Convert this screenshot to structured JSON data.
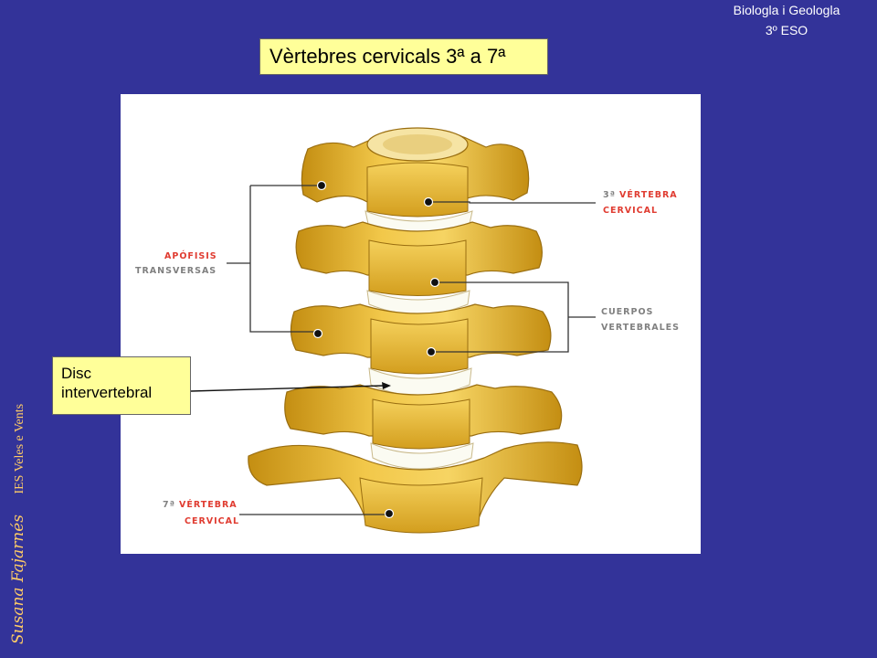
{
  "header": {
    "subject": "Biologla i Geologla",
    "course": "3º ESO"
  },
  "title": "Vèrtebres cervicals 3ª a 7ª",
  "callout": {
    "disc_line1": "Disc",
    "disc_line2": "intervertebral"
  },
  "credit": {
    "author": "Susana Fajarnés",
    "school": "IES Veles e Vents"
  },
  "figure_labels": {
    "third_vertebra": {
      "prefix": "3ª",
      "line1": "VÉRTEBRA",
      "line2": "CERVICAL"
    },
    "seventh_vertebra": {
      "prefix": "7ª",
      "line1": "VÉRTEBRA",
      "line2": "CERVICAL"
    },
    "transverse_processes": {
      "line1": "APÓFISIS",
      "line2": "TRANSVERSAS"
    },
    "vertebral_bodies": {
      "line1": "CUERPOS",
      "line2": "VERTEBRALES"
    }
  },
  "colors": {
    "background": "#333399",
    "title_box": "#ffff99",
    "label_red": "#e03c31",
    "label_gray": "#808080",
    "bone": "#e8b830",
    "credit": "#ffcc66"
  }
}
